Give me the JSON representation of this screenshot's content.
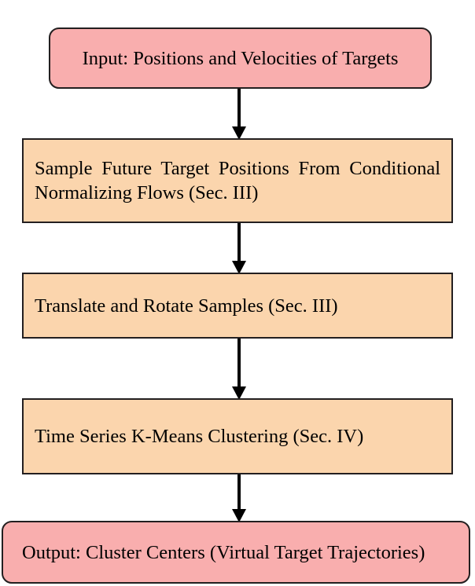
{
  "figure": {
    "type": "flowchart",
    "orientation": "top-to-bottom",
    "clipped_text_above": "",
    "colors": {
      "terminal_fill": "#F9AEAE",
      "process_fill": "#FBD5AD",
      "border": "#231F20",
      "arrow": "#000000",
      "text": "#000000",
      "background": "#FFFFFF"
    },
    "nodes": [
      {
        "id": "input",
        "shape": "rounded-rectangle",
        "role": "terminal",
        "align": "center",
        "label": "Input: Positions and Velocities of Targets"
      },
      {
        "id": "sample",
        "shape": "rectangle",
        "role": "process",
        "align": "justify",
        "label": "Sample Future Target Positions From Conditional Normalizing Flows (Sec. III)"
      },
      {
        "id": "translate",
        "shape": "rectangle",
        "role": "process",
        "align": "left",
        "label": "Translate and Rotate Samples (Sec. III)"
      },
      {
        "id": "cluster",
        "shape": "rectangle",
        "role": "process",
        "align": "left",
        "label": "Time Series K-Means Clustering (Sec. IV)"
      },
      {
        "id": "output",
        "shape": "rounded-rectangle",
        "role": "terminal",
        "align": "left",
        "label": "Output:  Cluster Centers (Virtual Target Trajectories)"
      }
    ],
    "edges": [
      {
        "id": "arrow-1",
        "from": "input",
        "to": "sample",
        "style": "solid-arrow-down"
      },
      {
        "id": "arrow-2",
        "from": "sample",
        "to": "translate",
        "style": "solid-arrow-down"
      },
      {
        "id": "arrow-3",
        "from": "translate",
        "to": "cluster",
        "style": "solid-arrow-down"
      },
      {
        "id": "arrow-4",
        "from": "cluster",
        "to": "output",
        "style": "solid-arrow-down"
      }
    ]
  }
}
